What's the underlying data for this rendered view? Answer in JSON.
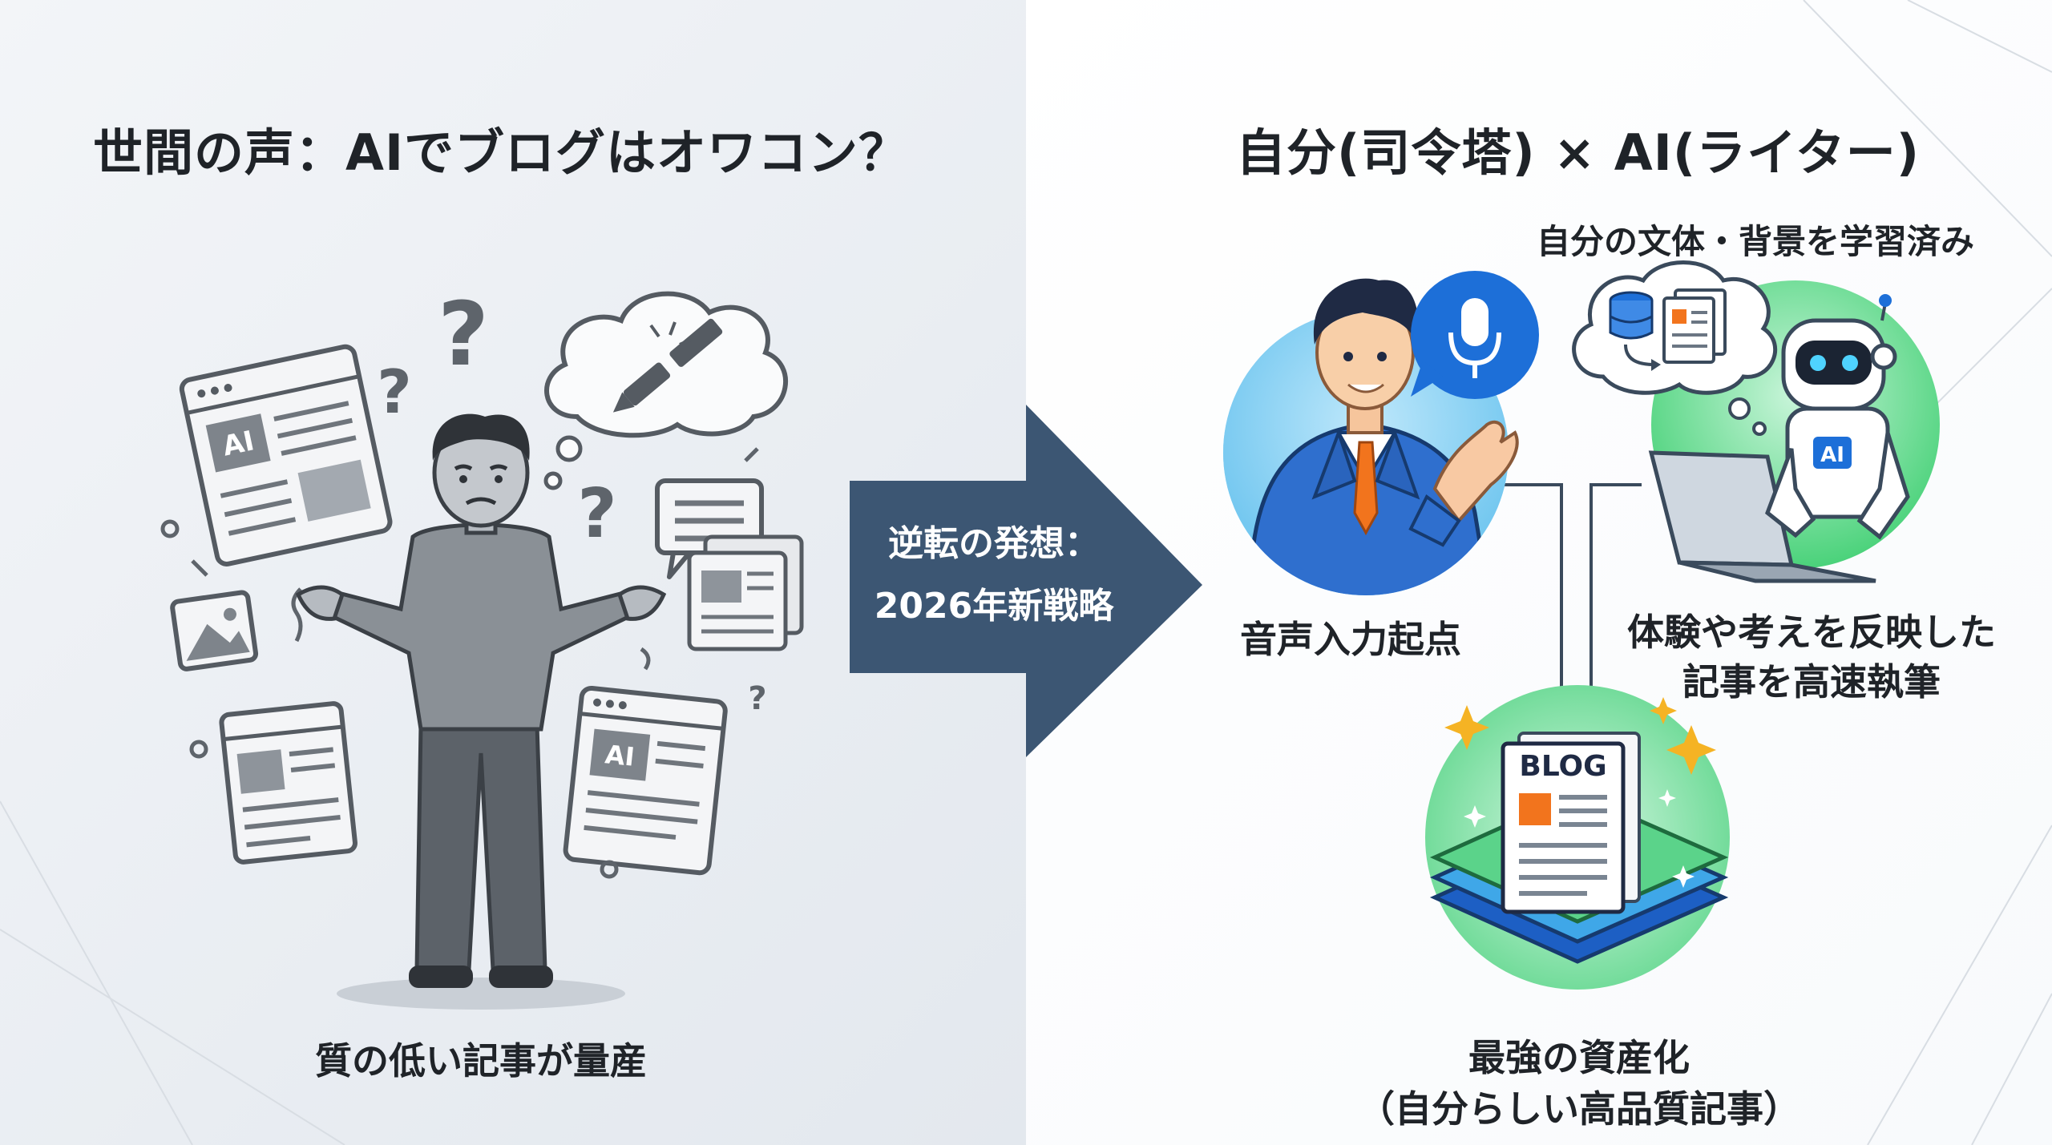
{
  "left": {
    "title": "世間の声：AIでブログはオワコン？",
    "caption": "質の低い記事が量産",
    "doc_badge": "AI",
    "question_mark": "?"
  },
  "arrow": {
    "line1": "逆転の発想：",
    "line2": "2026年新戦略"
  },
  "right": {
    "title": "自分(司令塔) × AI(ライター)",
    "ai_label": "自分の文体・背景を学習済み",
    "voice_label": "音声入力起点",
    "writing_label_line1": "体験や考えを反映した",
    "writing_label_line2": "記事を高速執筆",
    "asset_label_line1": "最強の資産化",
    "asset_label_line2": "（自分らしい高品質記事）",
    "blog_badge": "BLOG",
    "robot_badge": "AI"
  },
  "colors": {
    "arrow": "#3c5673",
    "accent_blue": "#1d6fd8",
    "tie_orange": "#f2741d",
    "green": "#4ad27a",
    "sky": "#6ec5ef"
  }
}
